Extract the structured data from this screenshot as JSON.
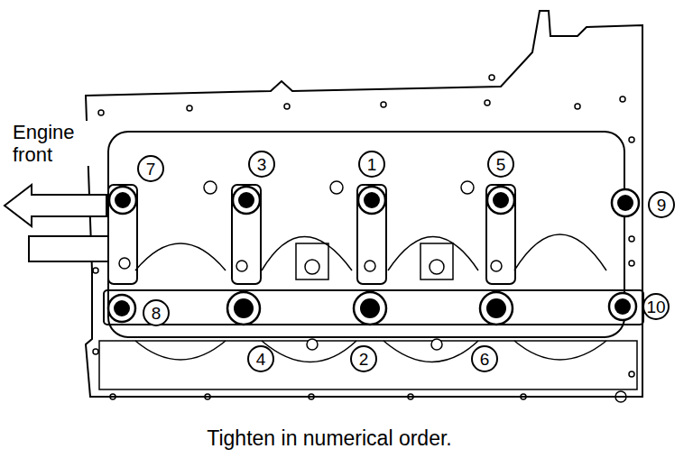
{
  "diagram": {
    "caption": "Tighten in numerical order.",
    "labels": [
      "Engine front",
      "7",
      "3",
      "1",
      "5",
      "9",
      "8",
      "4",
      "2",
      "6",
      "10"
    ]
  }
}
